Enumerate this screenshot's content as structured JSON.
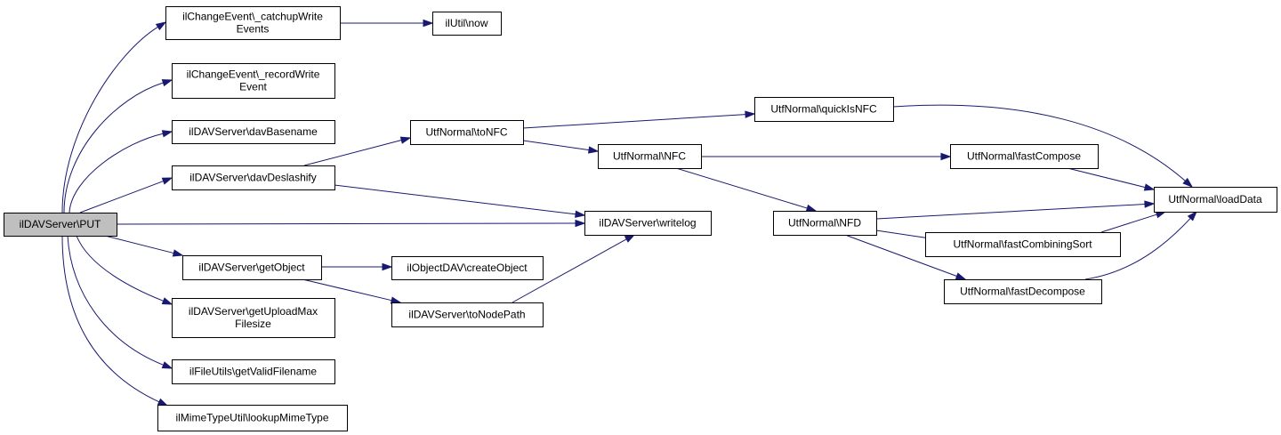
{
  "diagram": {
    "title": "",
    "nodes": [
      {
        "id": "put",
        "lines": [
          "ilDAVServer\\PUT"
        ],
        "root": true
      },
      {
        "id": "catchup",
        "lines": [
          "ilChangeEvent\\_catchupWrite",
          "Events"
        ]
      },
      {
        "id": "record",
        "lines": [
          "ilChangeEvent\\_recordWrite",
          "Event"
        ]
      },
      {
        "id": "basename",
        "lines": [
          "ilDAVServer\\davBasename"
        ]
      },
      {
        "id": "deslashify",
        "lines": [
          "ilDAVServer\\davDeslashify"
        ]
      },
      {
        "id": "getobject",
        "lines": [
          "ilDAVServer\\getObject"
        ]
      },
      {
        "id": "uploadmax",
        "lines": [
          "ilDAVServer\\getUploadMax",
          "Filesize"
        ]
      },
      {
        "id": "validfilename",
        "lines": [
          "ilFileUtils\\getValidFilename"
        ]
      },
      {
        "id": "mimetype",
        "lines": [
          "ilMimeTypeUtil\\lookupMimeType"
        ]
      },
      {
        "id": "now",
        "lines": [
          "ilUtil\\now"
        ]
      },
      {
        "id": "tonfc",
        "lines": [
          "UtfNormal\\toNFC"
        ]
      },
      {
        "id": "writelog",
        "lines": [
          "ilDAVServer\\writelog"
        ]
      },
      {
        "id": "createobject",
        "lines": [
          "ilObjectDAV\\createObject"
        ]
      },
      {
        "id": "tonodepath",
        "lines": [
          "ilDAVServer\\toNodePath"
        ]
      },
      {
        "id": "quickisnfc",
        "lines": [
          "UtfNormal\\quickIsNFC"
        ]
      },
      {
        "id": "nfc",
        "lines": [
          "UtfNormal\\NFC"
        ]
      },
      {
        "id": "nfd",
        "lines": [
          "UtfNormal\\NFD"
        ]
      },
      {
        "id": "fastcompose",
        "lines": [
          "UtfNormal\\fastCompose"
        ]
      },
      {
        "id": "fastcombining",
        "lines": [
          "UtfNormal\\fastCombiningSort"
        ]
      },
      {
        "id": "fastdecompose",
        "lines": [
          "UtfNormal\\fastDecompose"
        ]
      },
      {
        "id": "loaddata",
        "lines": [
          "UtfNormal\\loadData"
        ]
      }
    ],
    "edges": [
      {
        "from": "put",
        "to": "catchup"
      },
      {
        "from": "put",
        "to": "record"
      },
      {
        "from": "put",
        "to": "basename"
      },
      {
        "from": "put",
        "to": "deslashify"
      },
      {
        "from": "put",
        "to": "writelog"
      },
      {
        "from": "put",
        "to": "getobject"
      },
      {
        "from": "put",
        "to": "uploadmax"
      },
      {
        "from": "put",
        "to": "validfilename"
      },
      {
        "from": "put",
        "to": "mimetype"
      },
      {
        "from": "catchup",
        "to": "now"
      },
      {
        "from": "deslashify",
        "to": "tonfc"
      },
      {
        "from": "deslashify",
        "to": "writelog"
      },
      {
        "from": "getobject",
        "to": "createobject"
      },
      {
        "from": "getobject",
        "to": "tonodepath"
      },
      {
        "from": "tonodepath",
        "to": "writelog"
      },
      {
        "from": "tonfc",
        "to": "quickisnfc"
      },
      {
        "from": "tonfc",
        "to": "nfc"
      },
      {
        "from": "quickisnfc",
        "to": "loaddata"
      },
      {
        "from": "nfc",
        "to": "fastcompose"
      },
      {
        "from": "nfc",
        "to": "nfd"
      },
      {
        "from": "fastcompose",
        "to": "loaddata"
      },
      {
        "from": "nfd",
        "to": "loaddata"
      },
      {
        "from": "nfd",
        "to": "fastcombining"
      },
      {
        "from": "nfd",
        "to": "fastdecompose"
      },
      {
        "from": "fastcombining",
        "to": "loaddata"
      },
      {
        "from": "fastdecompose",
        "to": "loaddata"
      }
    ],
    "colors": {
      "edge": "#191970",
      "root_fill": "#bfbfbf",
      "node_fill": "#ffffff",
      "node_border": "#000000"
    }
  }
}
